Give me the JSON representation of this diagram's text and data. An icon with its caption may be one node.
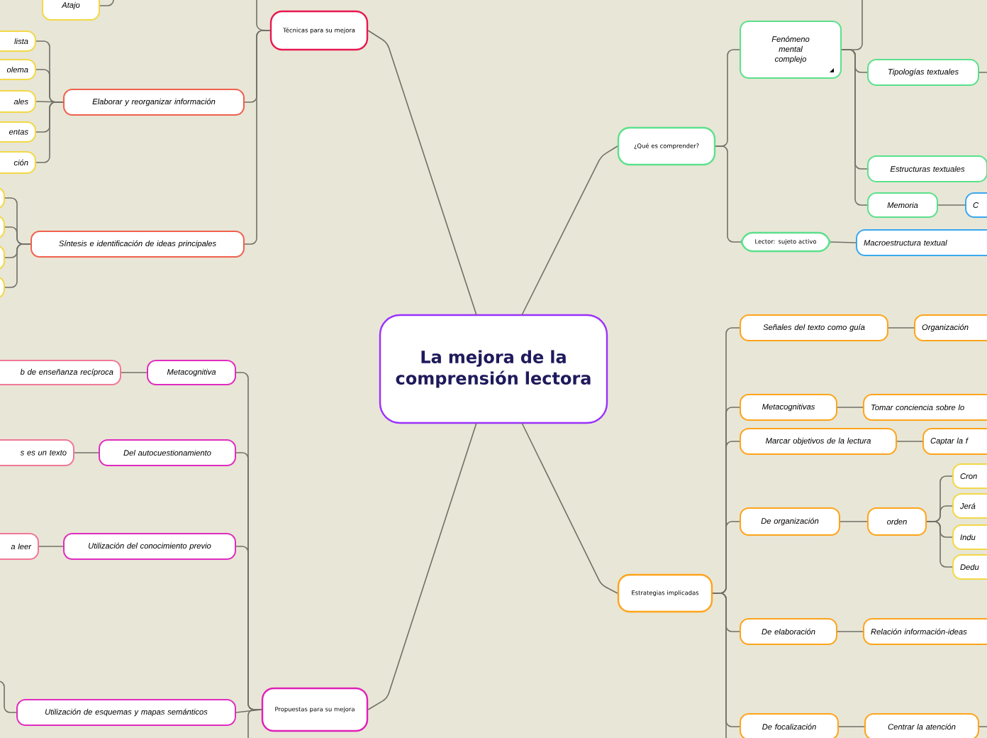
{
  "diagram": {
    "nodes": [
      {
        "text": [
          "La mejora de la comprensión lectora"
        ]
      },
      {
        "text": [
          "Técnicas para su mejora"
        ]
      },
      {
        "text": [
          "Propuestas para su mejora"
        ]
      },
      {
        "text": [
          "¿Qué es comprender?"
        ]
      },
      {
        "text": [
          "Estrategias implicadas"
        ]
      },
      {
        "text": [
          "Atajo"
        ]
      },
      {
        "text": [
          "Elaborar y reorganizar información"
        ]
      },
      {
        "text": [
          "Síntesis e identificación de ideas principales"
        ]
      },
      {
        "text": [
          "lista"
        ]
      },
      {
        "text": [
          "olema"
        ]
      },
      {
        "text": [
          "ales"
        ]
      },
      {
        "text": [
          "entas"
        ]
      },
      {
        "text": [
          "ción"
        ]
      },
      {
        "text": [],
        "shape": "box"
      },
      {
        "text": [],
        "shape": "box"
      },
      {
        "text": [],
        "shape": "box"
      },
      {
        "text": [],
        "shape": "box"
      },
      {
        "text": [
          "Metacognitiva"
        ]
      },
      {
        "text": [
          "Del autocuestionamiento"
        ]
      },
      {
        "text": [
          "Utilización del conocimiento previo"
        ]
      },
      {
        "text": [
          "Utilización de esquemas y mapas semánticos"
        ]
      },
      {
        "text": [
          "b de enseñanza recíproca"
        ]
      },
      {
        "text": [
          "s es un texto"
        ]
      },
      {
        "text": [
          "a leer"
        ]
      },
      {
        "text": [
          "Fenómeno mental complejo"
        ]
      },
      {
        "text": [
          "Lector: sujeto activo"
        ]
      },
      {
        "text": [
          "Tipologías textuales"
        ]
      },
      {
        "text": [
          "Estructuras textuales"
        ]
      },
      {
        "text": [
          "Memoria"
        ]
      },
      {
        "text": [
          "C"
        ]
      },
      {
        "text": [
          "Macroestructura textual"
        ]
      },
      {
        "text": [
          "Señales del texto como guía"
        ]
      },
      {
        "text": [
          "Organización"
        ]
      },
      {
        "text": [
          "Metacognitivas"
        ]
      },
      {
        "text": [
          "Tomar conciencia sobre lo"
        ]
      },
      {
        "text": [
          "Marcar objetivos de la lectura"
        ]
      },
      {
        "text": [
          "Captar la f"
        ]
      },
      {
        "text": [
          "De organización"
        ]
      },
      {
        "text": [
          "orden"
        ]
      },
      {
        "text": [
          "Cron"
        ]
      },
      {
        "text": [
          "Jerá"
        ]
      },
      {
        "text": [
          "Indu"
        ]
      },
      {
        "text": [
          "Dedu"
        ]
      },
      {
        "text": [
          "De elaboración"
        ]
      },
      {
        "text": [
          "Relación información-ideas"
        ]
      },
      {
        "text": [
          "De focalización"
        ]
      },
      {
        "text": [
          "Centrar la atención"
        ]
      }
    ],
    "edges": [
      {
        "from": 0,
        "to": 1,
        "arrow": "none"
      },
      {
        "from": 0,
        "to": 2,
        "arrow": "none"
      },
      {
        "from": 0,
        "to": 3,
        "arrow": "none"
      },
      {
        "from": 0,
        "to": 4,
        "arrow": "none"
      },
      {
        "from": 1,
        "to": null,
        "arrow": "none"
      },
      {
        "from": null,
        "to": 5,
        "arrow": "none"
      },
      {
        "from": 1,
        "to": 6,
        "arrow": "none"
      },
      {
        "from": 1,
        "to": 7,
        "arrow": "none"
      },
      {
        "from": 6,
        "to": 8,
        "arrow": "none"
      },
      {
        "from": 6,
        "to": 9,
        "arrow": "none"
      },
      {
        "from": 6,
        "to": 10,
        "arrow": "none"
      },
      {
        "from": 6,
        "to": 11,
        "arrow": "none"
      },
      {
        "from": 6,
        "to": 12,
        "arrow": "none"
      },
      {
        "from": 7,
        "to": 13,
        "arrow": "none"
      },
      {
        "from": 7,
        "to": 14,
        "arrow": "none"
      },
      {
        "from": 7,
        "to": 15,
        "arrow": "none"
      },
      {
        "from": 7,
        "to": 16,
        "arrow": "none"
      },
      {
        "from": 2,
        "to": 17,
        "arrow": "none"
      },
      {
        "from": 2,
        "to": 18,
        "arrow": "none"
      },
      {
        "from": 2,
        "to": 19,
        "arrow": "none"
      },
      {
        "from": 2,
        "to": 20,
        "arrow": "none"
      },
      {
        "from": 2,
        "to": null,
        "arrow": "none"
      },
      {
        "from": 17,
        "to": 21,
        "arrow": "none"
      },
      {
        "from": 18,
        "to": 22,
        "arrow": "none"
      },
      {
        "from": 19,
        "to": 23,
        "arrow": "none"
      },
      {
        "from": 20,
        "to": null,
        "arrow": "none"
      },
      {
        "from": 3,
        "to": 24,
        "arrow": "none"
      },
      {
        "from": 3,
        "to": 25,
        "arrow": "none"
      },
      {
        "from": 24,
        "to": null,
        "arrow": "none"
      },
      {
        "from": 24,
        "to": 26,
        "arrow": "none"
      },
      {
        "from": 24,
        "to": 27,
        "arrow": "none"
      },
      {
        "from": 24,
        "to": 28,
        "arrow": "none"
      },
      {
        "from": 26,
        "to": null,
        "arrow": "none"
      },
      {
        "from": 28,
        "to": 29,
        "arrow": "none"
      },
      {
        "from": 25,
        "to": 30,
        "arrow": "none"
      },
      {
        "from": 4,
        "to": 31,
        "arrow": "none"
      },
      {
        "from": 4,
        "to": 33,
        "arrow": "none"
      },
      {
        "from": 4,
        "to": 35,
        "arrow": "none"
      },
      {
        "from": 4,
        "to": 37,
        "arrow": "none"
      },
      {
        "from": 4,
        "to": 43,
        "arrow": "none"
      },
      {
        "from": 4,
        "to": 45,
        "arrow": "none"
      },
      {
        "from": 4,
        "to": null,
        "arrow": "none"
      },
      {
        "from": 31,
        "to": 32,
        "arrow": "none"
      },
      {
        "from": 33,
        "to": 34,
        "arrow": "none"
      },
      {
        "from": 35,
        "to": 36,
        "arrow": "none"
      },
      {
        "from": 37,
        "to": 38,
        "arrow": "none"
      },
      {
        "from": 38,
        "to": 39,
        "arrow": "none"
      },
      {
        "from": 38,
        "to": 40,
        "arrow": "none"
      },
      {
        "from": 38,
        "to": 41,
        "arrow": "none"
      },
      {
        "from": 38,
        "to": 42,
        "arrow": "none"
      },
      {
        "from": 43,
        "to": 44,
        "arrow": "none"
      },
      {
        "from": 45,
        "to": 46,
        "arrow": "none"
      },
      {
        "from": 46,
        "to": null,
        "arrow": "none"
      }
    ]
  }
}
